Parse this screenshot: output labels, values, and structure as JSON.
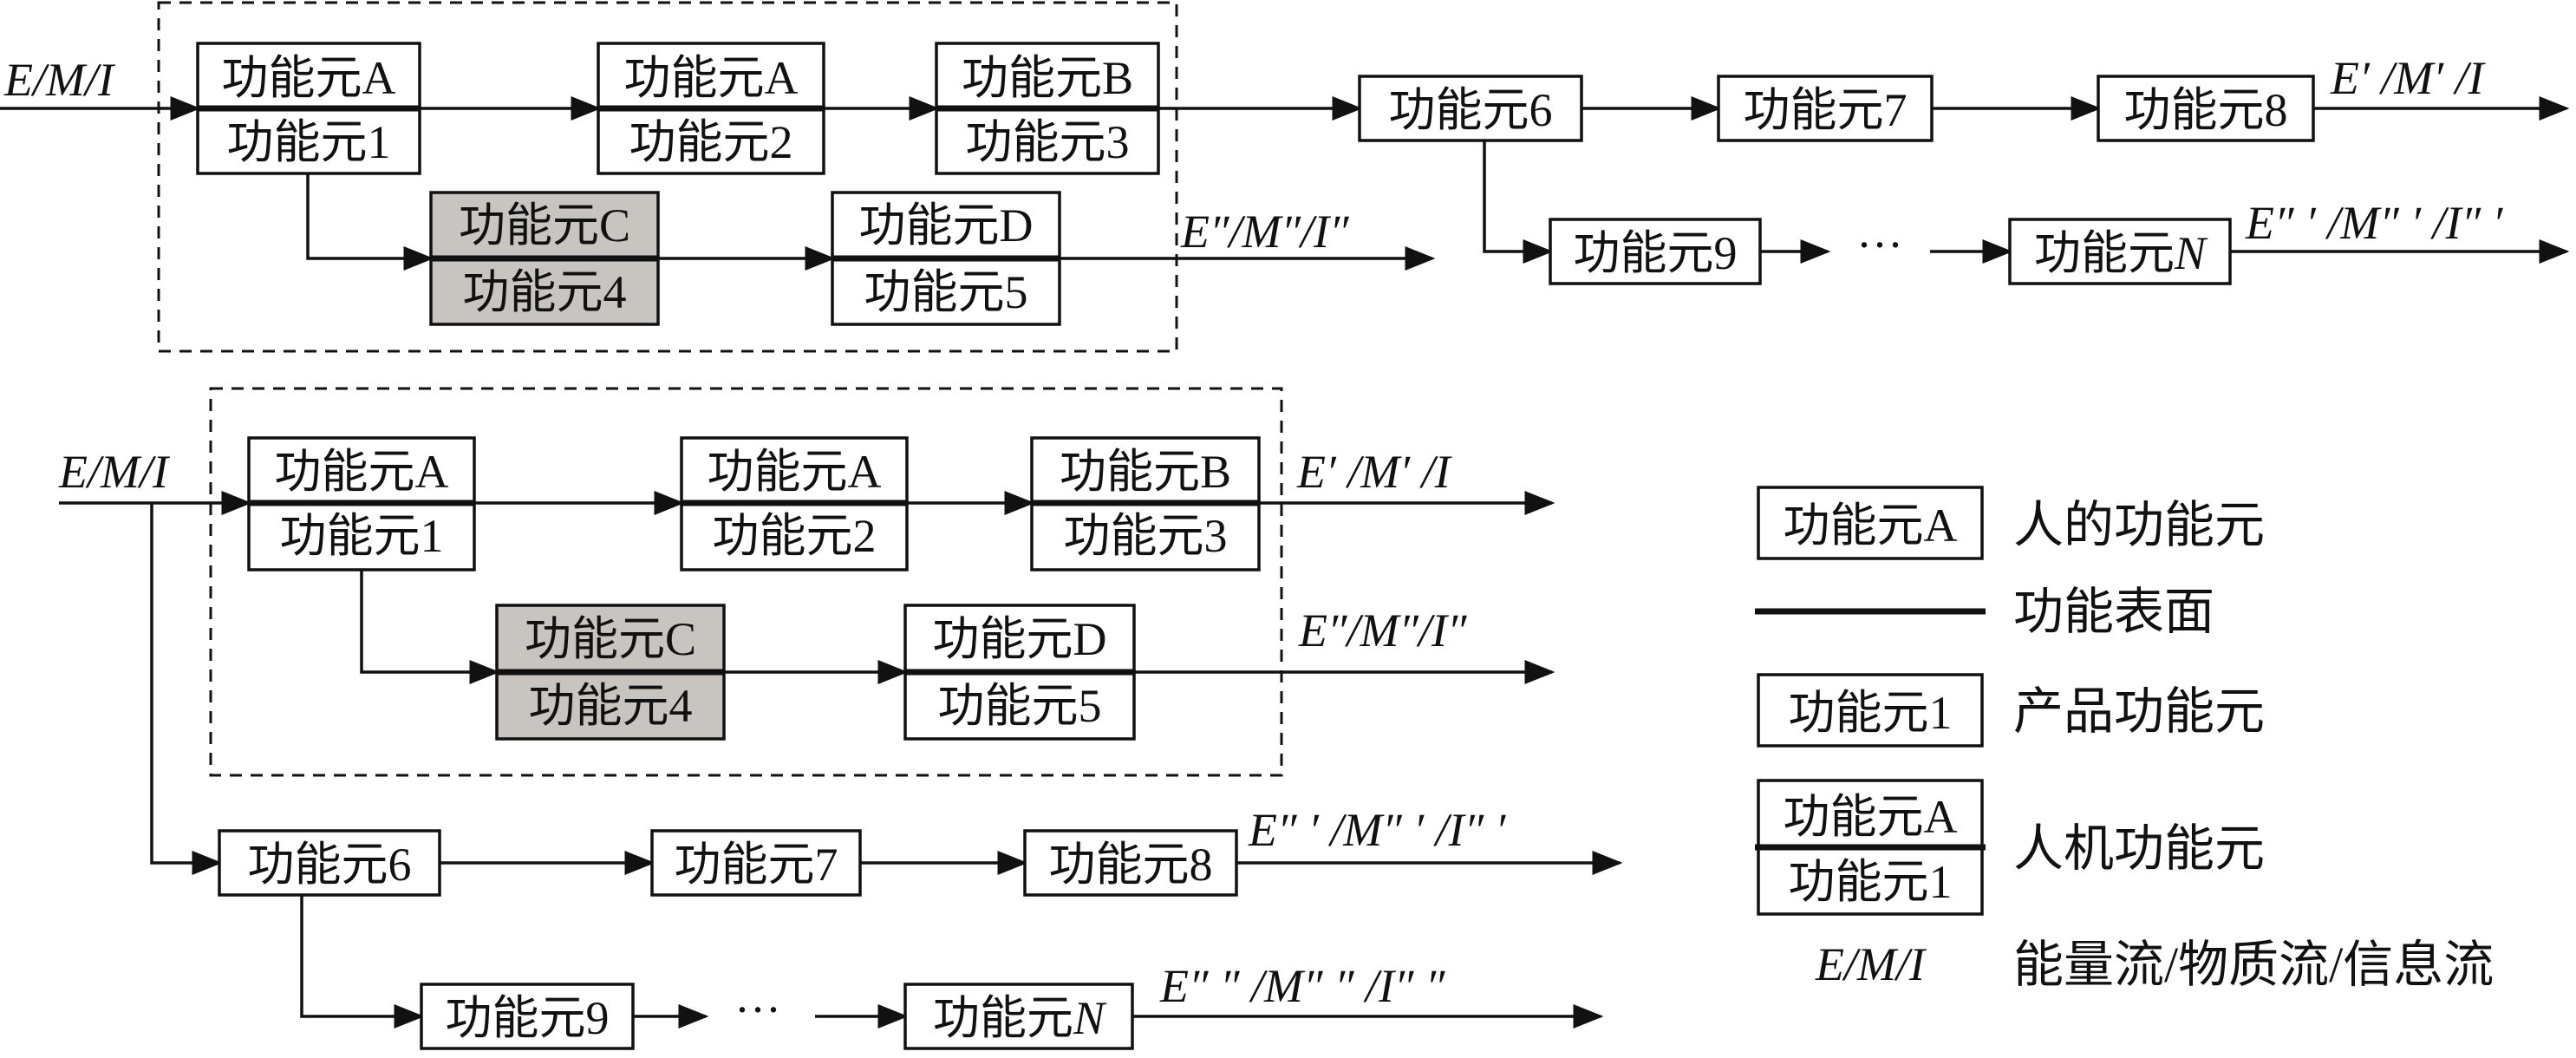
{
  "nodes": {
    "human_A": "功能元A",
    "human_B": "功能元B",
    "human_C": "功能元C",
    "human_D": "功能元D",
    "p1": "功能元1",
    "p2": "功能元2",
    "p3": "功能元3",
    "p4": "功能元4",
    "p5": "功能元5",
    "p6": "功能元6",
    "p7": "功能元7",
    "p8": "功能元8",
    "p9": "功能元9",
    "pN_prefix": "功能元",
    "pN_suffix": "N"
  },
  "flows": {
    "input": "E/M/I",
    "out1": "E′ /M′ /I",
    "out2": "E″/M″/I″",
    "out3": "E″ ′ /M″ ′ /I″ ′",
    "out4": "E″ ″ /M″ ″ /I″ ″",
    "ellipsis": "···"
  },
  "legend": {
    "human_box": "功能元A",
    "human_desc": "人的功能元",
    "surface_desc": "功能表面",
    "product_box": "功能元1",
    "product_desc": "产品功能元",
    "hm_top": "功能元A",
    "hm_bottom": "功能元1",
    "hm_desc": "人机功能元",
    "flow_label": "E/M/I",
    "flow_desc": "能量流/物质流/信息流"
  },
  "colors": {
    "line": "#111111",
    "gray_fill": "#c8c4c0"
  }
}
